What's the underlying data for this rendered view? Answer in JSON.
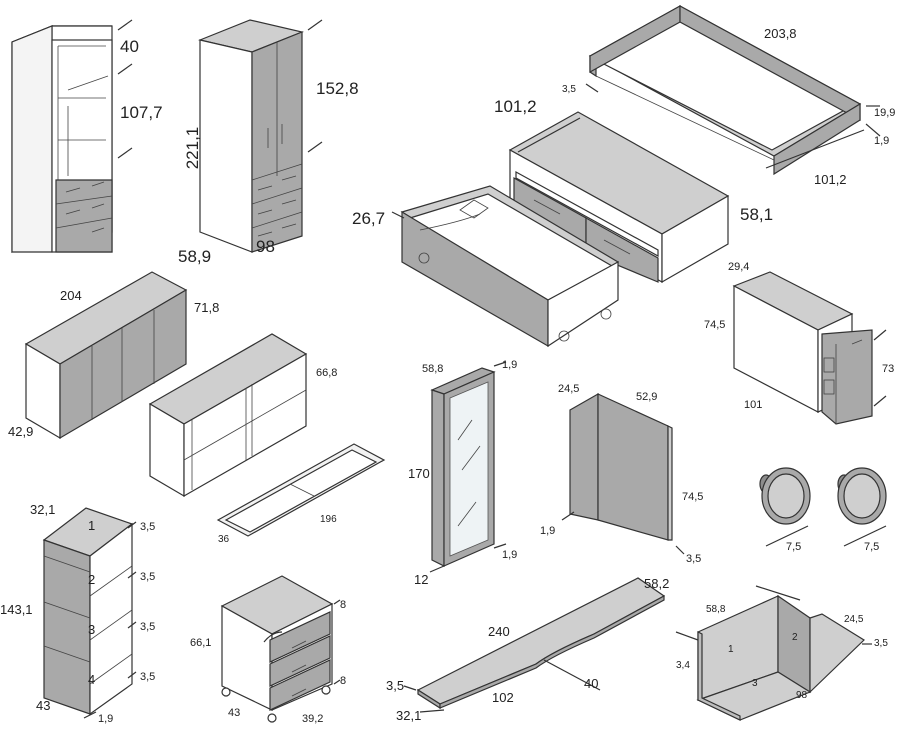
{
  "dimensions": {
    "wardrobe_open": {
      "top": "40",
      "middle": "107,7"
    },
    "wardrobe_closed": {
      "height": "221,1",
      "upper": "152,8",
      "depth": "58,9",
      "width": "98"
    },
    "bed_frame": {
      "length": "203,8",
      "width": "101,2",
      "height": "19,9",
      "thickness": "1,9",
      "edge": "3,5"
    },
    "trundle_bed": {
      "width": "101,2",
      "depth": "58,1",
      "height": "26,7"
    },
    "desk_chest": {
      "top": "29,4",
      "depth": "74,5",
      "width": "101",
      "height": "73"
    },
    "sideboard": {
      "width": "204",
      "height": "71,8",
      "depth": "42,9"
    },
    "open_shelf": {
      "height": "66,8"
    },
    "shelf_frame": {
      "length": "196",
      "depth": "36"
    },
    "mirror": {
      "width": "58,8",
      "height": "170",
      "depth": "12",
      "frame_top": "1,9",
      "frame_bottom": "1,9"
    },
    "corner_panel": {
      "side": "24,5",
      "front": "52,9",
      "height": "74,5",
      "thickness": "1,9",
      "leg": "3,5"
    },
    "knobs": {
      "left": "7,5",
      "right": "7,5"
    },
    "bookcase": {
      "width": "32,1",
      "height": "143,1",
      "depth": "43",
      "shelves": [
        "1",
        "2",
        "3",
        "4"
      ],
      "shelf_gap": [
        "3,5",
        "3,5",
        "3,5",
        "3,5"
      ],
      "base": "1,9"
    },
    "drawer_unit": {
      "height": "66,1",
      "top": "8",
      "base": "8",
      "depth": "43",
      "width": "39,2"
    },
    "desk_top": {
      "length": "240",
      "width": "58,2",
      "return": "102",
      "depth": "40",
      "thickness": "3,5",
      "end": "32,1"
    },
    "tray_unit": {
      "width": "58,8",
      "side": "24,5",
      "height": "3,4",
      "depth": "98",
      "lip": "3,5",
      "compartments": [
        "1",
        "2",
        "3"
      ]
    }
  }
}
